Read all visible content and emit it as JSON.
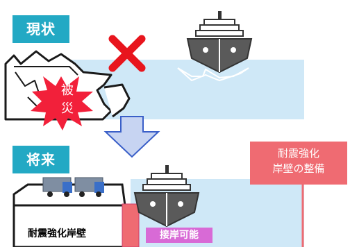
{
  "top": {
    "label": "現状",
    "damage_text_line1": "被",
    "damage_text_line2": "災"
  },
  "bottom": {
    "label": "将来",
    "improvement_line1": "耐震強化",
    "improvement_line2": "岸壁の整備",
    "quay_label": "耐震強化岸壁",
    "berthing_label": "接岸可能"
  },
  "colors": {
    "label_bg": "#23a9c4",
    "water": "#cfe8f7",
    "cross": "#e8151d",
    "burst": "#f2203a",
    "arrow": "#c7d4f2",
    "improvement_bg": "#ef6b72",
    "berthing_bg": "#d86ad6"
  }
}
